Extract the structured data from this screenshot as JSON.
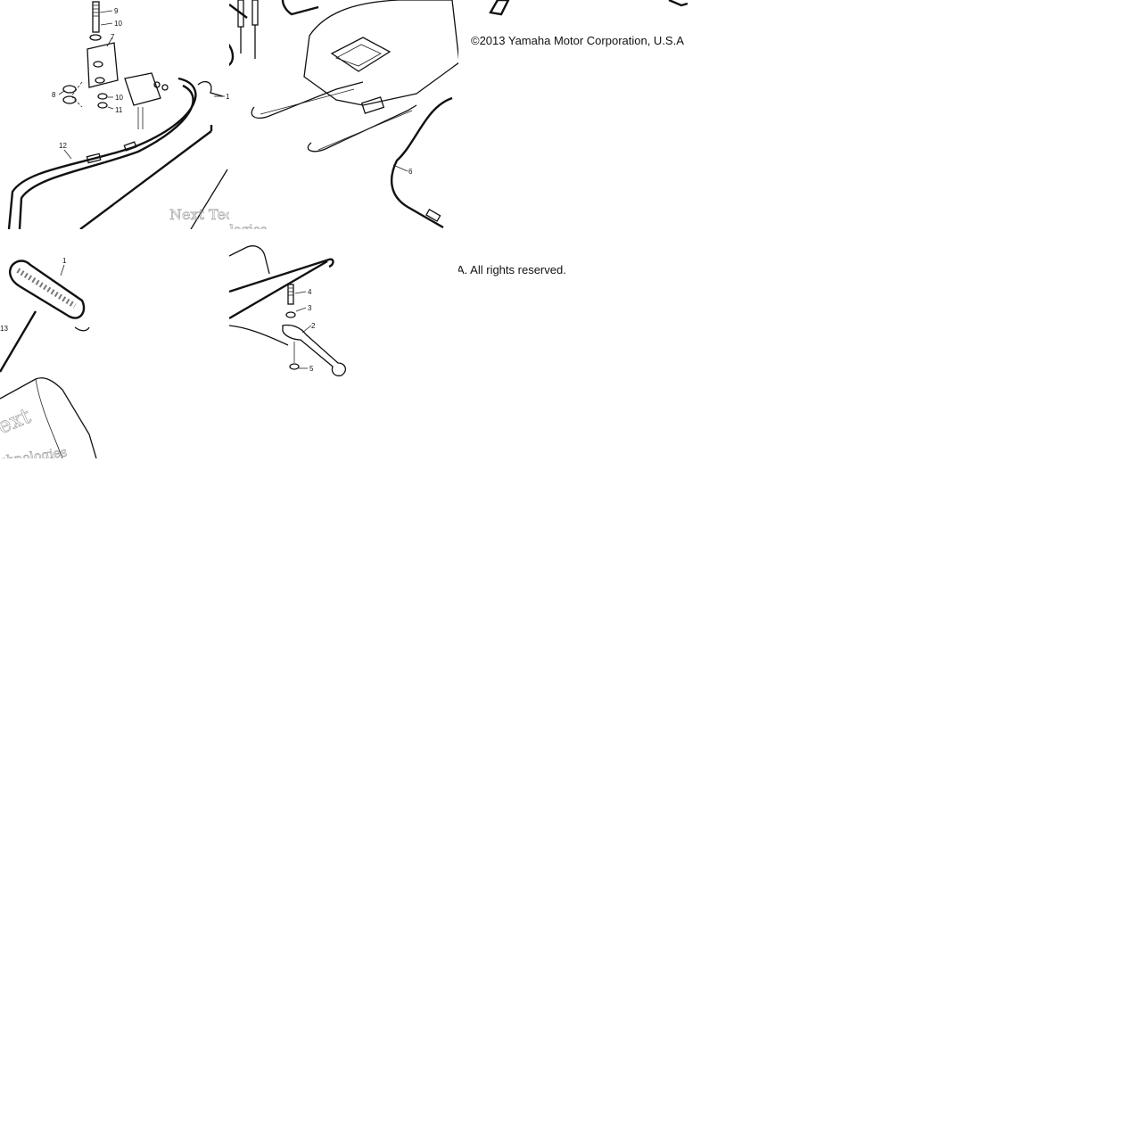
{
  "copyright": {
    "line1": "©2013 Yamaha Motor Corporation, U.S.A",
    "line2": "A. All rights reserved."
  },
  "watermark": {
    "brand_top": "Next Tec",
    "brand_mid": "ologies",
    "brand_bottom_1": "ext",
    "brand_bottom_2": "chnologies"
  },
  "callouts": {
    "a": [
      "9",
      "10",
      "7",
      "8",
      "10",
      "11",
      "12",
      "1"
    ],
    "b": [
      "6"
    ],
    "d": [
      "1",
      "13"
    ],
    "e": [
      "4",
      "3",
      "2",
      "5"
    ]
  }
}
